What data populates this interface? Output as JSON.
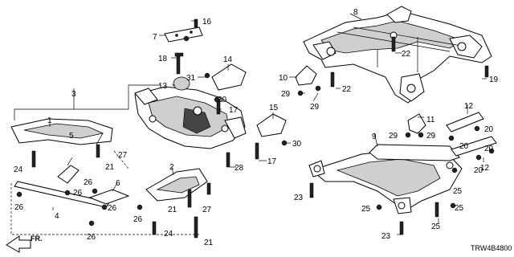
{
  "diagram": {
    "diagram_code": "TRW4B4800",
    "direction_label": "FR.",
    "callouts": [
      "1",
      "2",
      "3",
      "4",
      "5",
      "6",
      "7",
      "8",
      "9",
      "10",
      "11",
      "12",
      "13",
      "14",
      "15",
      "16",
      "17",
      "18",
      "19",
      "20",
      "21",
      "22",
      "23",
      "24",
      "25",
      "26",
      "27",
      "28",
      "29",
      "30",
      "31"
    ]
  }
}
